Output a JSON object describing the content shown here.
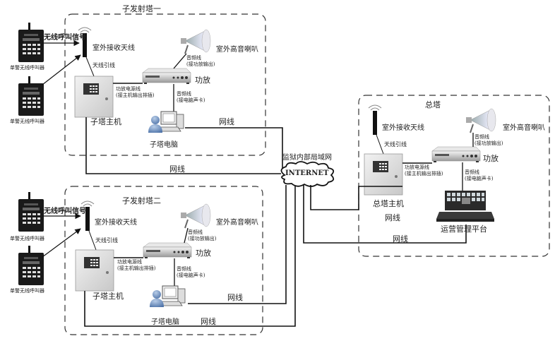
{
  "towers": {
    "sub1": {
      "title": "子发射塔一",
      "antenna": "室外接收天线",
      "antenna_lead": "天线引线",
      "host": "子塔主机",
      "speaker": "室外高音喇叭",
      "amp": "功放",
      "power_line": [
        "功放电源线",
        "(接主机输出排插)"
      ],
      "audio_out": [
        "音频线",
        "(接功放输出)"
      ],
      "audio_in": [
        "音频线",
        "(接电脑声卡)"
      ],
      "computer": "子塔电脑",
      "signal": "无线呼叫信号",
      "net_line_a": "网线",
      "net_line_b": "网线"
    },
    "sub2": {
      "title": "子发射塔二",
      "antenna": "室外接收天线",
      "antenna_lead": "天线引线",
      "host": "子塔主机",
      "speaker": "室外高音喇叭",
      "amp": "功放",
      "power_line": [
        "功放电源线",
        "(接主机输出排插)"
      ],
      "audio_out": [
        "音频线",
        "(接功放输出)"
      ],
      "audio_in": [
        "音频线",
        "(接电脑声卡)"
      ],
      "computer": "子塔电脑",
      "signal": "无线呼叫信号",
      "net_line_a": "网线",
      "net_line_b": "网线"
    },
    "main": {
      "title": "总塔",
      "antenna": "室外接收天线",
      "antenna_lead": "天线引线",
      "host": "总塔主机",
      "speaker": "室外高音喇叭",
      "amp": "功放",
      "power_line": [
        "功放电源线",
        "(接主机输出排插)"
      ],
      "audio_out": [
        "音频线",
        "(接功放输出)"
      ],
      "audio_in": [
        "音频线",
        "(接电脑声卡)"
      ],
      "platform": "运营管理平台",
      "net_line_a": "网线",
      "net_line_b": "网线"
    }
  },
  "callers": [
    "单警无线呼叫器",
    "单警无线呼叫器",
    "单警无线呼叫器",
    "单警无线呼叫器"
  ],
  "network": {
    "lan_label": "监狱内部局域网",
    "cloud_label": "INTERNET"
  }
}
